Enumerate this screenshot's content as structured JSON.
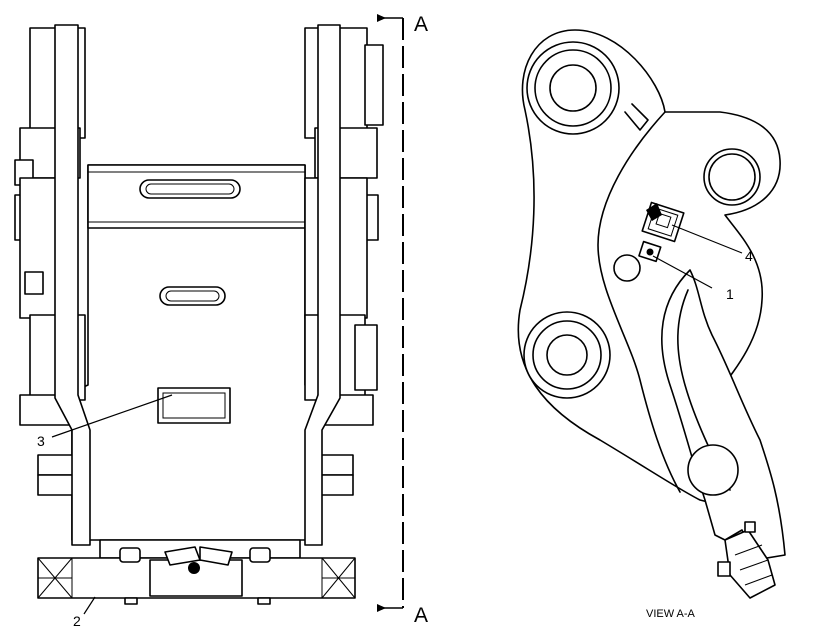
{
  "section_marker": {
    "top": "A",
    "bottom": "A"
  },
  "view_title": "VIEW A-A",
  "callouts": {
    "c1": "1",
    "c2": "2",
    "c3": "3",
    "c4": "4"
  },
  "colors": {
    "line": "#000000",
    "paper": "#ffffff"
  }
}
